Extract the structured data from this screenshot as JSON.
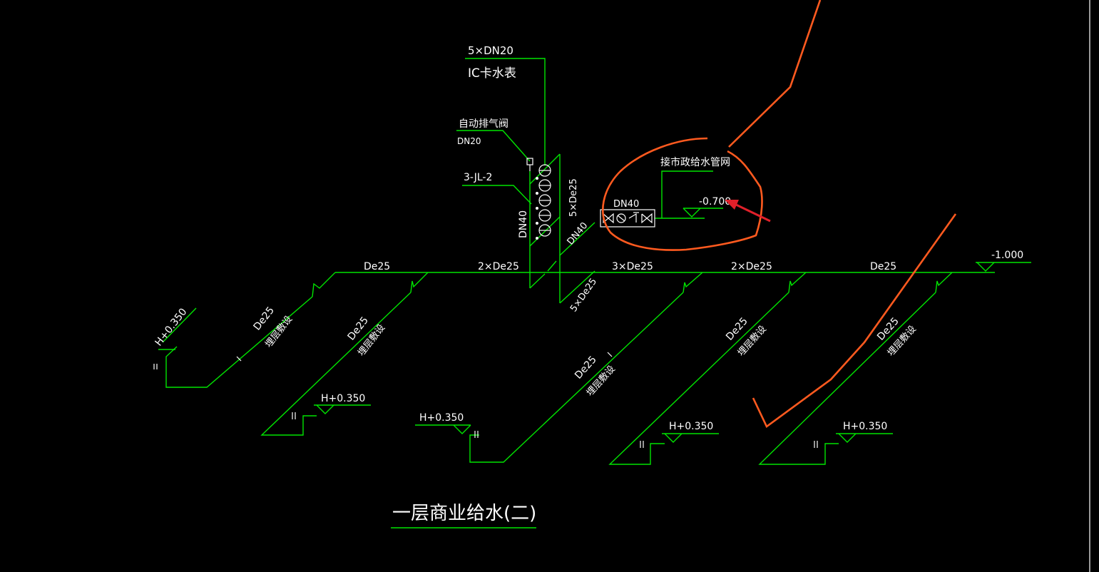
{
  "drawing": {
    "title": "一层商业给水(二)",
    "colors": {
      "background": "#000000",
      "pipe": "#00e400",
      "text": "#ffffff",
      "markup": "#ff5a1f",
      "arrow": "#e0202a"
    }
  },
  "riser": {
    "meter_count": "5×DN20",
    "meter_name": "IC卡水表",
    "air_valve": "自动排气阀",
    "air_valve_size": "DN20",
    "riser_id": "3-JL-2",
    "riser_size": "DN40",
    "branch_label_upper": "5×De25",
    "branch_label_lower": "5×De25",
    "diag_size": "DN40"
  },
  "inlet": {
    "connect_label": "接市政给水管网",
    "size": "DN40",
    "elevation": "-0.700"
  },
  "main_pipe": {
    "seg1": "De25",
    "seg2": "2×De25",
    "seg3": "3×De25",
    "seg4": "2×De25",
    "seg5": "De25",
    "end_elevation": "-1.000"
  },
  "branches": [
    {
      "size": "De25",
      "note": "埋层敷设",
      "elevation": "H+0.350"
    },
    {
      "size": "De25",
      "note": "埋层敷设",
      "elevation": "H+0.350"
    },
    {
      "size": "De25",
      "note": "埋层敷设",
      "elevation": "H+0.350"
    },
    {
      "size": "De25",
      "note": "埋层敷设",
      "elevation": "H+0.350"
    },
    {
      "size": "De25",
      "note": "埋层敷设",
      "elevation": "H+0.350"
    }
  ]
}
